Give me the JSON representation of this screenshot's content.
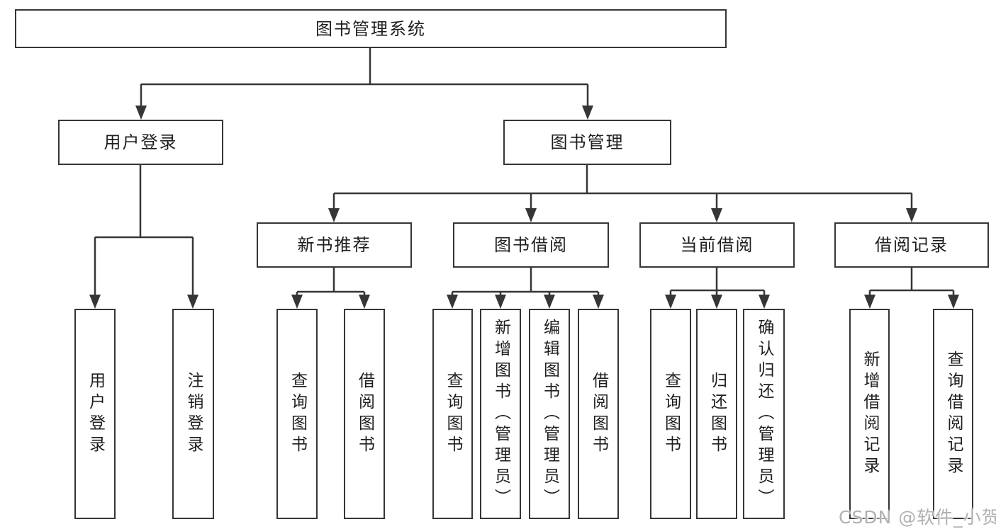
{
  "diagram": {
    "title": "图书管理系统",
    "root": {
      "label": "图书管理系统"
    },
    "level1": [
      {
        "label": "用户登录"
      },
      {
        "label": "图书管理"
      }
    ],
    "level2": [
      {
        "label": "新书推荐",
        "parent": "图书管理"
      },
      {
        "label": "图书借阅",
        "parent": "图书管理"
      },
      {
        "label": "当前借阅",
        "parent": "图书管理"
      },
      {
        "label": "借阅记录",
        "parent": "图书管理"
      }
    ],
    "leaves": [
      {
        "label": "用户登录",
        "parent": "用户登录"
      },
      {
        "label": "注销登录",
        "parent": "用户登录"
      },
      {
        "label": "查询图书",
        "parent": "新书推荐"
      },
      {
        "label": "借阅图书",
        "parent": "新书推荐"
      },
      {
        "label": "查询图书",
        "parent": "图书借阅"
      },
      {
        "label": "新增图书（管理员）",
        "parent": "图书借阅"
      },
      {
        "label": "编辑图书（管理员）",
        "parent": "图书借阅"
      },
      {
        "label": "借阅图书",
        "parent": "图书借阅"
      },
      {
        "label": "查询图书",
        "parent": "当前借阅"
      },
      {
        "label": "归还图书",
        "parent": "当前借阅"
      },
      {
        "label": "确认归还（管理员）",
        "parent": "当前借阅"
      },
      {
        "label": "新增借阅记录",
        "parent": "借阅记录"
      },
      {
        "label": "查询借阅记录",
        "parent": "借阅记录"
      }
    ]
  },
  "watermark": {
    "text": "CSDN @软件_小贺同学"
  },
  "colors": {
    "background": "#ffffff",
    "line": "#363636",
    "text": "#1e1e1e",
    "watermark": "#b1b1b1"
  }
}
